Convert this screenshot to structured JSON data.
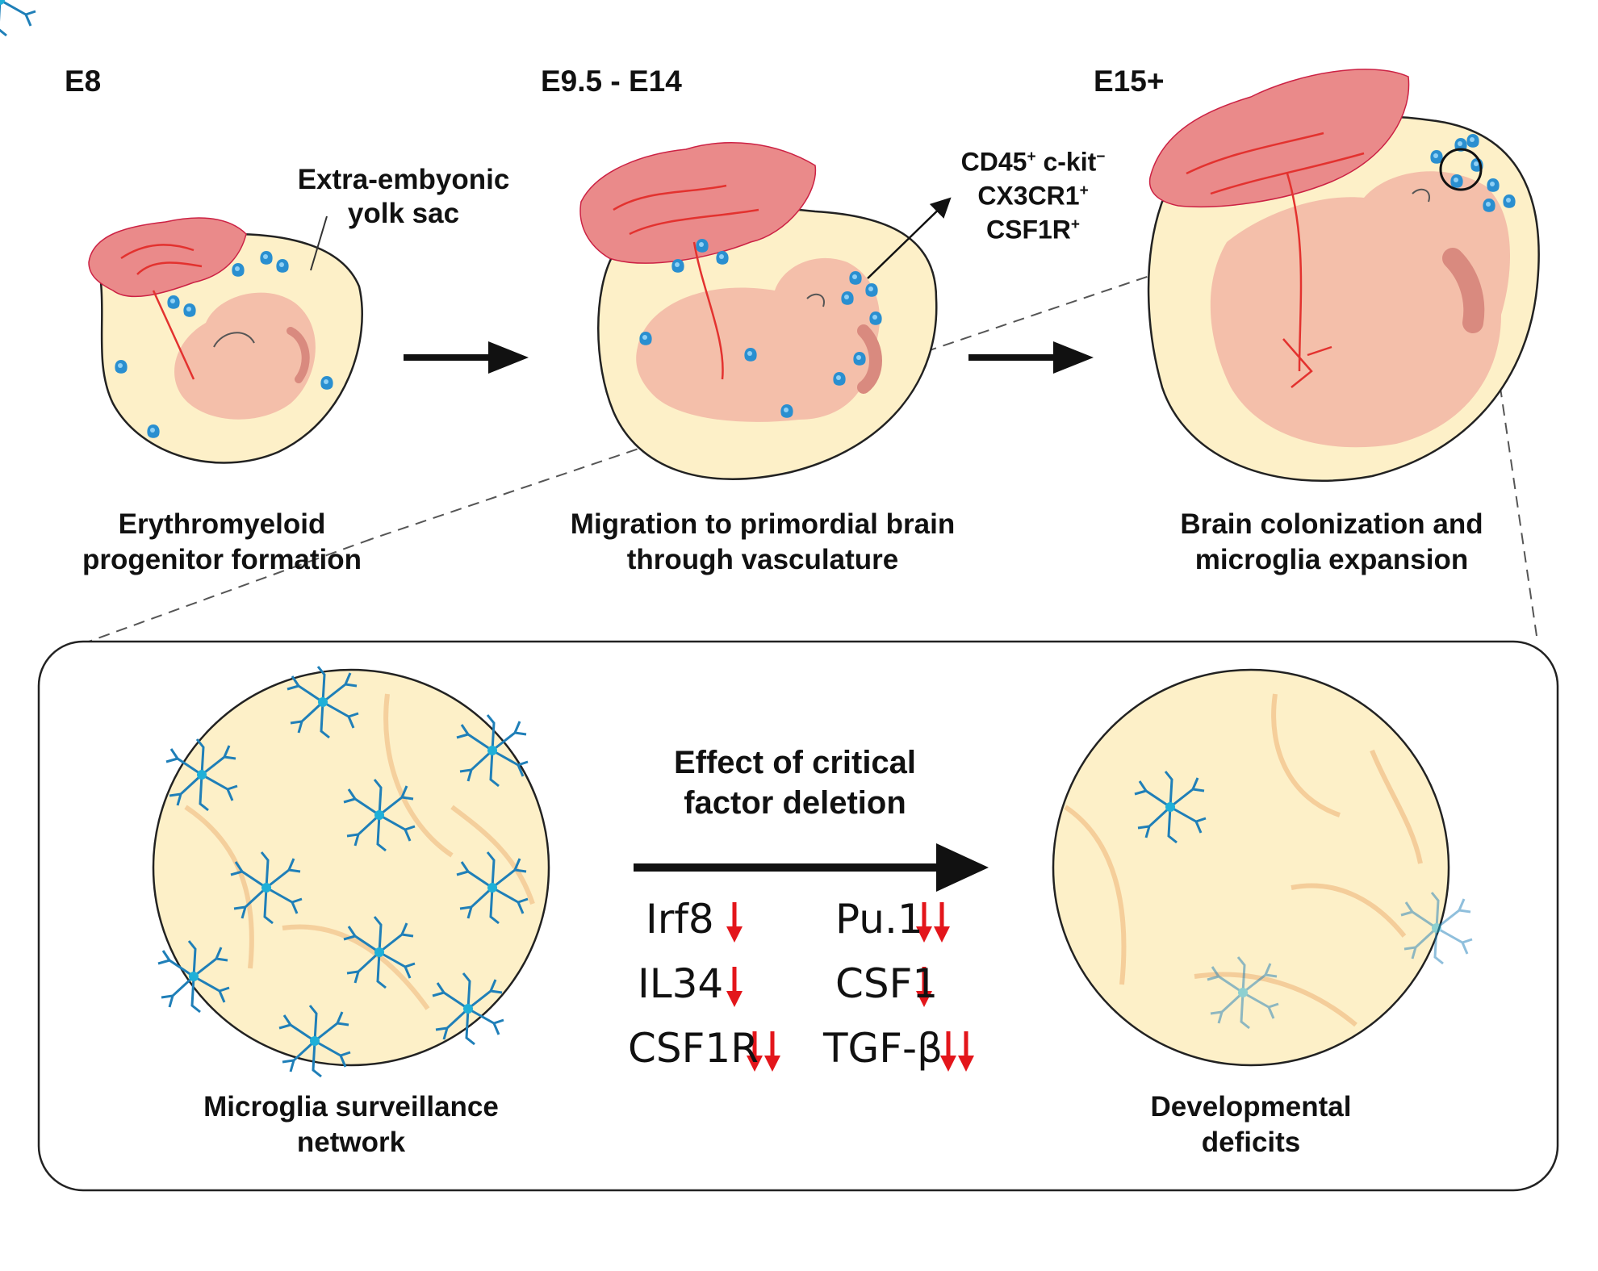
{
  "stages": {
    "e8": "E8",
    "e95": "E9.5 - E14",
    "e15": "E15+"
  },
  "annotation": {
    "yolk_line1": "Extra-embyonic",
    "yolk_line2": "yolk sac"
  },
  "markers": {
    "cd45": "CD45",
    "cd45_sup": "+",
    "ckit": "c-kit",
    "ckit_sup": "−",
    "cx3cr1": "CX3CR1",
    "cx3cr1_sup": "+",
    "csf1r": "CSF1R",
    "csf1r_sup": "+"
  },
  "captions": {
    "c1_line1": "Erythromyeloid",
    "c1_line2": "progenitor formation",
    "c2_line1": "Migration to primordial brain",
    "c2_line2": "through vasculature",
    "c3_line1": "Brain colonization and",
    "c3_line2": "microglia expansion"
  },
  "lower_panel": {
    "effect_line1": "Effect of critical",
    "effect_line2": "factor deletion",
    "left_line1": "Microglia surveillance",
    "left_line2": "network",
    "right_line1": "Developmental",
    "right_line2": "deficits"
  },
  "factors": [
    {
      "name": "Irf8",
      "arrows": 1
    },
    {
      "name": "Pu.1",
      "arrows": 2
    },
    {
      "name": "IL34",
      "arrows": 1
    },
    {
      "name": "CSF1",
      "arrows": 1
    },
    {
      "name": "CSF1R",
      "arrows": 2
    },
    {
      "name": "TGF-β",
      "arrows": 2
    }
  ],
  "colors": {
    "yolk": "#fdf0c8",
    "embryo": "#f3b9a6",
    "placenta": "#ea8a8a",
    "vessel": "#e3322f",
    "microglia": "#2a8fd0",
    "down_arrow": "#e3161b"
  }
}
